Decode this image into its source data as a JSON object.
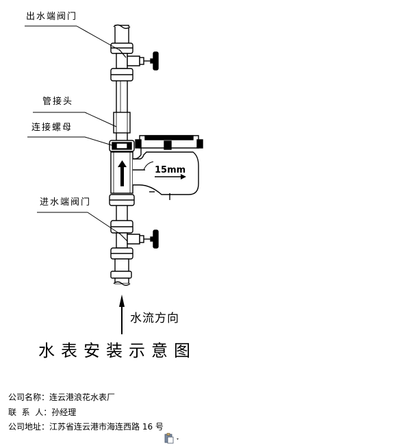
{
  "labels": {
    "outlet_valve": "出水端阀门",
    "pipe_joint": "管接头",
    "union_nut": "连接螺母",
    "inlet_valve": "进水端阀门",
    "meter_size": "15mm",
    "flow_direction": "水流方向"
  },
  "title": "水表安装示意图",
  "company": {
    "name_label": "公司名称：",
    "name_value": "连云港浪花水表厂",
    "contact_label": "联  系  人：",
    "contact_value": "孙经理",
    "address_label": "公司地址：",
    "address_value": "江苏省连云港市海连西路 16 号"
  },
  "icons": {
    "paste": "paste-options-icon"
  }
}
